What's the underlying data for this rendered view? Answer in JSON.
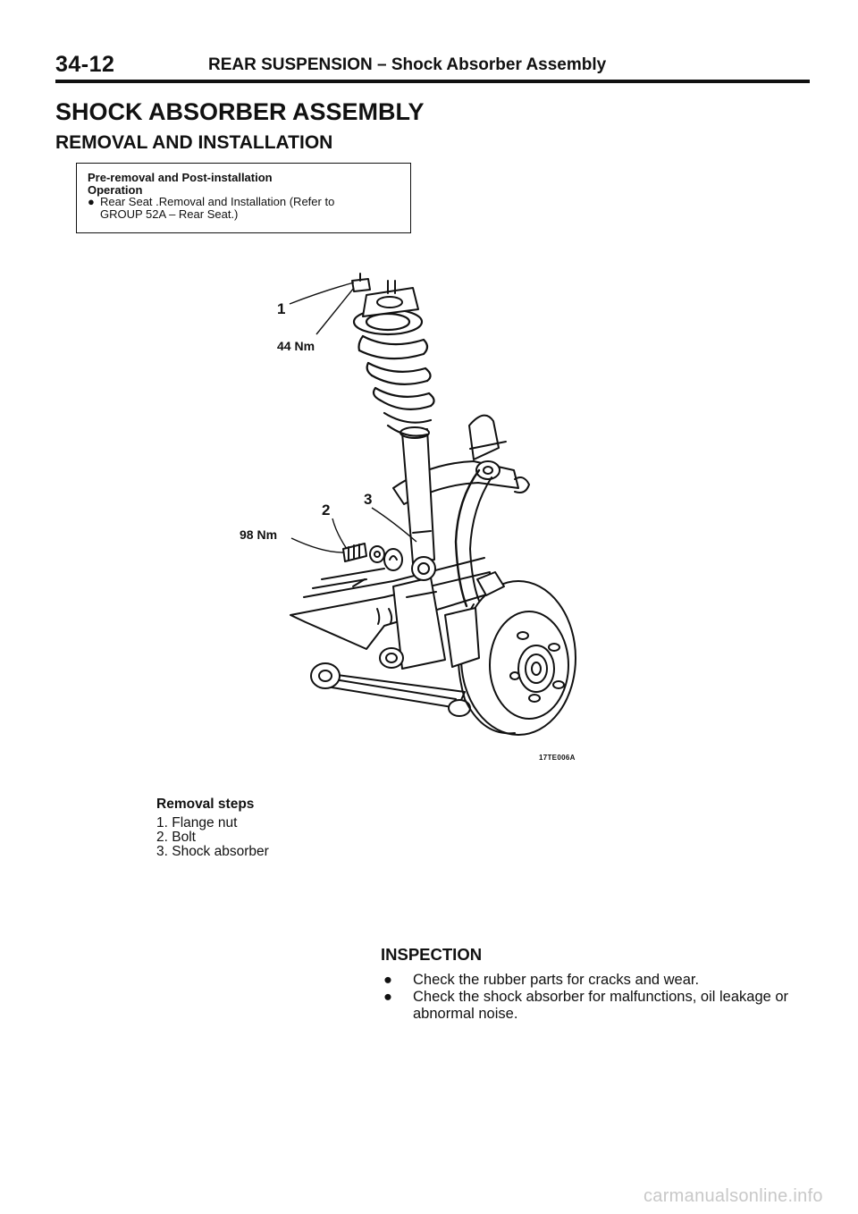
{
  "header": {
    "page_number": "34-12",
    "section": "REAR SUSPENSION – Shock Absorber Assembly"
  },
  "title": "SHOCK ABSORBER ASSEMBLY",
  "subtitle": "REMOVAL AND INSTALLATION",
  "pre_removal": {
    "heading_line1": "Pre-removal and Post-installation",
    "heading_line2": "Operation",
    "bullet": "●",
    "item_line1": "Rear Seat .Removal and Installation (Refer to",
    "item_line2": "GROUP 52A – Rear Seat.)"
  },
  "diagram": {
    "callouts": [
      {
        "text": "1"
      },
      {
        "text": "44 Nm"
      },
      {
        "text": "2"
      },
      {
        "text": "3"
      },
      {
        "text": "98 Nm"
      }
    ],
    "figure_code": "17TE006A"
  },
  "removal_steps": {
    "heading": "Removal steps",
    "steps": [
      "1. Flange nut",
      "2. Bolt",
      "3. Shock absorber"
    ]
  },
  "inspection": {
    "heading": "INSPECTION",
    "bullet": "●",
    "items": [
      "Check the rubber parts for cracks and wear.",
      "Check the shock absorber for malfunctions, oil leakage or abnormal noise."
    ]
  },
  "watermark": "carmanualsonline.info"
}
